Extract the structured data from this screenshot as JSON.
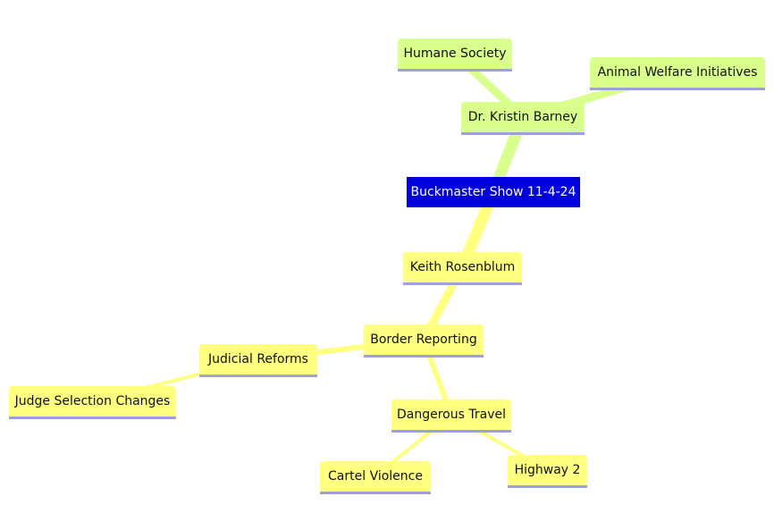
{
  "mindmap": {
    "root": {
      "id": "root",
      "label": "Buckmaster Show 11-4-24"
    },
    "nodes": [
      {
        "id": "kristin",
        "label": "Dr. Kristin Barney",
        "parent": "root"
      },
      {
        "id": "humane",
        "label": "Humane Society",
        "parent": "kristin"
      },
      {
        "id": "animal",
        "label": "Animal Welfare Initiatives",
        "parent": "kristin"
      },
      {
        "id": "keith",
        "label": "Keith Rosenblum",
        "parent": "root"
      },
      {
        "id": "border",
        "label": "Border Reporting",
        "parent": "keith"
      },
      {
        "id": "judicial",
        "label": "Judicial Reforms",
        "parent": "border"
      },
      {
        "id": "judge",
        "label": "Judge Selection Changes",
        "parent": "judicial"
      },
      {
        "id": "danger",
        "label": "Dangerous Travel",
        "parent": "border"
      },
      {
        "id": "cartel",
        "label": "Cartel Violence",
        "parent": "danger"
      },
      {
        "id": "highway",
        "label": "Highway 2",
        "parent": "danger"
      }
    ]
  },
  "colors": {
    "root_fill": "#0000dd",
    "green_branch": "#d9ff8c",
    "yellow_branch": "#ffff80",
    "node_underline": "#a0a0d8"
  }
}
